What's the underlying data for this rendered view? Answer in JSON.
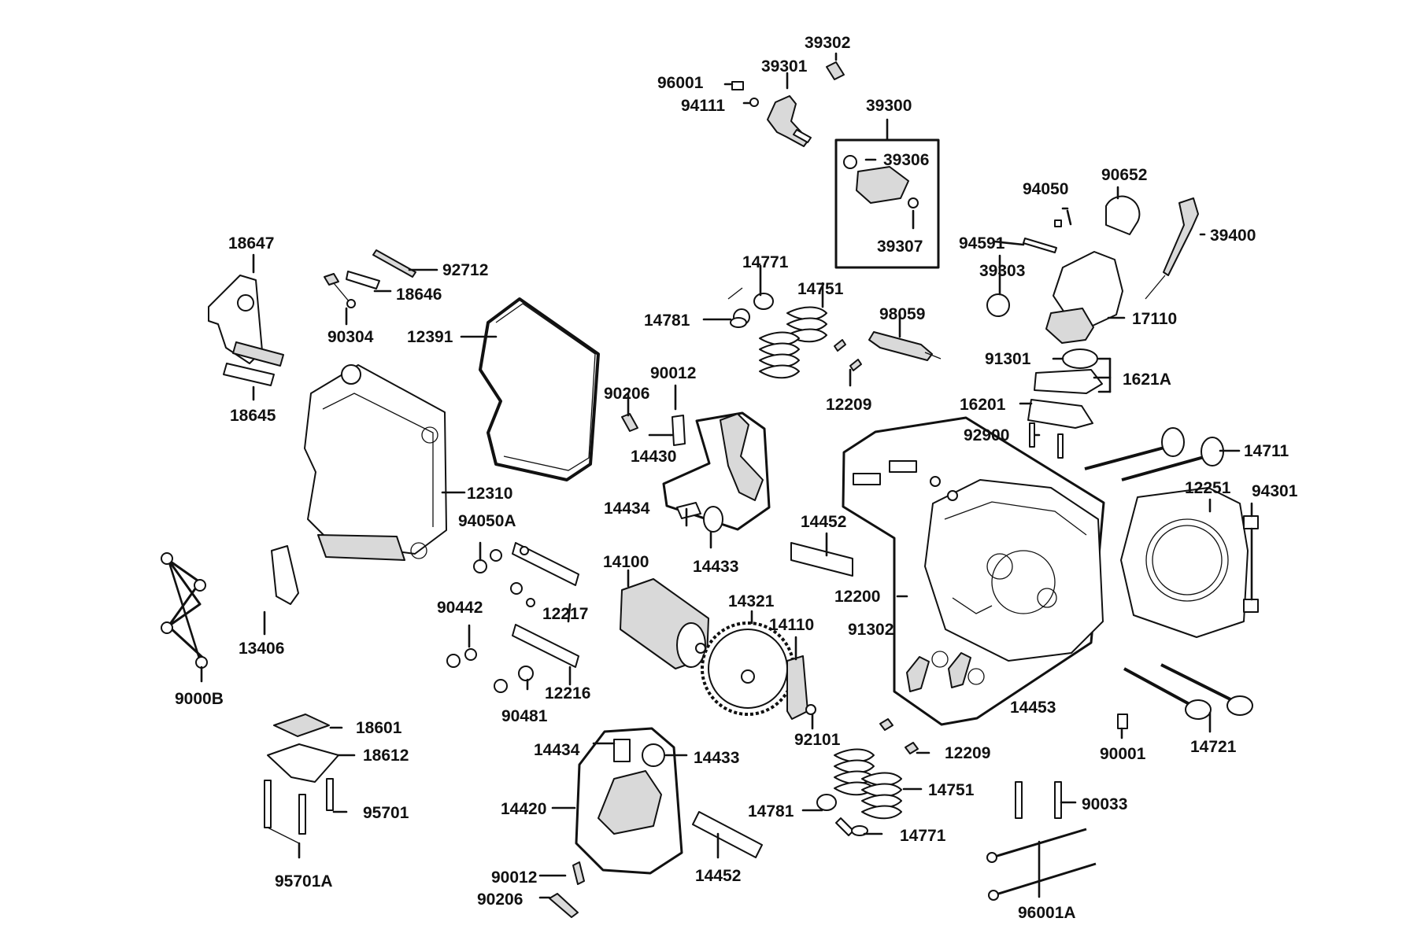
{
  "labels": {
    "p39302": "39302",
    "p39301": "39301",
    "p96001": "96001",
    "p94111": "94111",
    "p39300": "39300",
    "p39306": "39306",
    "p39307": "39307",
    "p90652": "90652",
    "p94050": "94050",
    "p39400": "39400",
    "p94591": "94591",
    "p39303": "39303",
    "p17110": "17110",
    "p91301": "91301",
    "p1621A": "1621A",
    "p16201": "16201",
    "p92900": "92900",
    "p14711": "14711",
    "p12251": "12251",
    "p94301": "94301",
    "p18647": "18647",
    "p92712": "92712",
    "p18646": "18646",
    "p90304": "90304",
    "p12391": "12391",
    "p18645": "18645",
    "p12310": "12310",
    "p14771a": "14771",
    "p14751a": "14751",
    "p14781a": "14781",
    "p98059": "98059",
    "p12209a": "12209",
    "p90206a": "90206",
    "p90012a": "90012",
    "p14430": "14430",
    "p14434a": "14434",
    "p14433a": "14433",
    "p94050A": "94050A",
    "p14452a": "14452",
    "p12200": "12200",
    "p90442": "90442",
    "p12217": "12217",
    "p14100": "14100",
    "p14321": "14321",
    "p14110": "14110",
    "p91302": "91302",
    "p13406": "13406",
    "p9000B": "9000B",
    "p12216": "12216",
    "p90481": "90481",
    "p92101": "92101",
    "p14453": "14453",
    "p90001": "90001",
    "p14721": "14721",
    "p18601": "18601",
    "p18612": "18612",
    "p95701": "95701",
    "p95701A": "95701A",
    "p14434b": "14434",
    "p14433b": "14433",
    "p14420": "14420",
    "p12209b": "12209",
    "p14751b": "14751",
    "p14781b": "14781",
    "p14771b": "14771",
    "p90033": "90033",
    "p14452b": "14452",
    "p90012b": "90012",
    "p90206b": "90206",
    "p96001A": "96001A"
  },
  "colors": {
    "ink": "#111111",
    "background": "#ffffff",
    "part_fill": "#d9d9d9"
  }
}
